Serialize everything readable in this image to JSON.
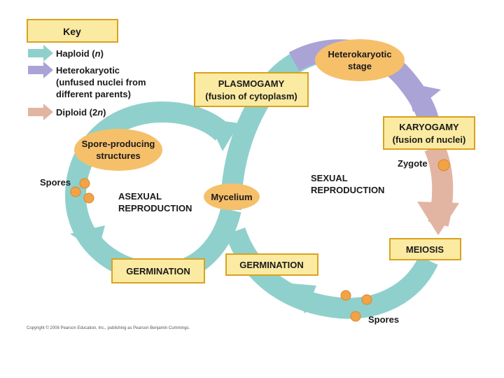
{
  "colors": {
    "haploid": "#8fd0cc",
    "heterokaryotic": "#a9a3d6",
    "diploid": "#e2b4a2",
    "box_fill": "#fbeaa2",
    "box_border": "#d9a21f",
    "oval_fill": "#f6c06a",
    "key_fill": "#fbeaa2"
  },
  "key": {
    "title": "Key",
    "haploid": {
      "label": "Haploid (",
      "italic": "n",
      "close": ")"
    },
    "heterokaryotic": {
      "line1": "Heterokaryotic",
      "line2": "(unfused nuclei from",
      "line3": "different parents)"
    },
    "diploid": {
      "label": "Diploid (2",
      "italic": "n",
      "close": ")"
    }
  },
  "stages": {
    "plasmogamy": {
      "line1": "PLASMOGAMY",
      "line2": "(fusion of cytoplasm)"
    },
    "heterokaryotic_stage": {
      "line1": "Heterokaryotic",
      "line2": "stage"
    },
    "karyogamy": {
      "line1": "KARYOGAMY",
      "line2": "(fusion of nuclei)"
    },
    "zygote": "Zygote",
    "meiosis": "MEIOSIS",
    "spores_bottom": "Spores",
    "germination_right": "GERMINATION",
    "germination_left": "GERMINATION",
    "mycelium": "Mycelium",
    "spore_producing": {
      "line1": "Spore-producing",
      "line2": "structures"
    },
    "spores_left": "Spores"
  },
  "cycles": {
    "asexual": {
      "line1": "ASEXUAL",
      "line2": "REPRODUCTION"
    },
    "sexual": {
      "line1": "SEXUAL",
      "line2": "REPRODUCTION"
    }
  },
  "copyright": "Copyright © 2008 Pearson Education, Inc., publishing as Pearson Benjamin Cummings."
}
